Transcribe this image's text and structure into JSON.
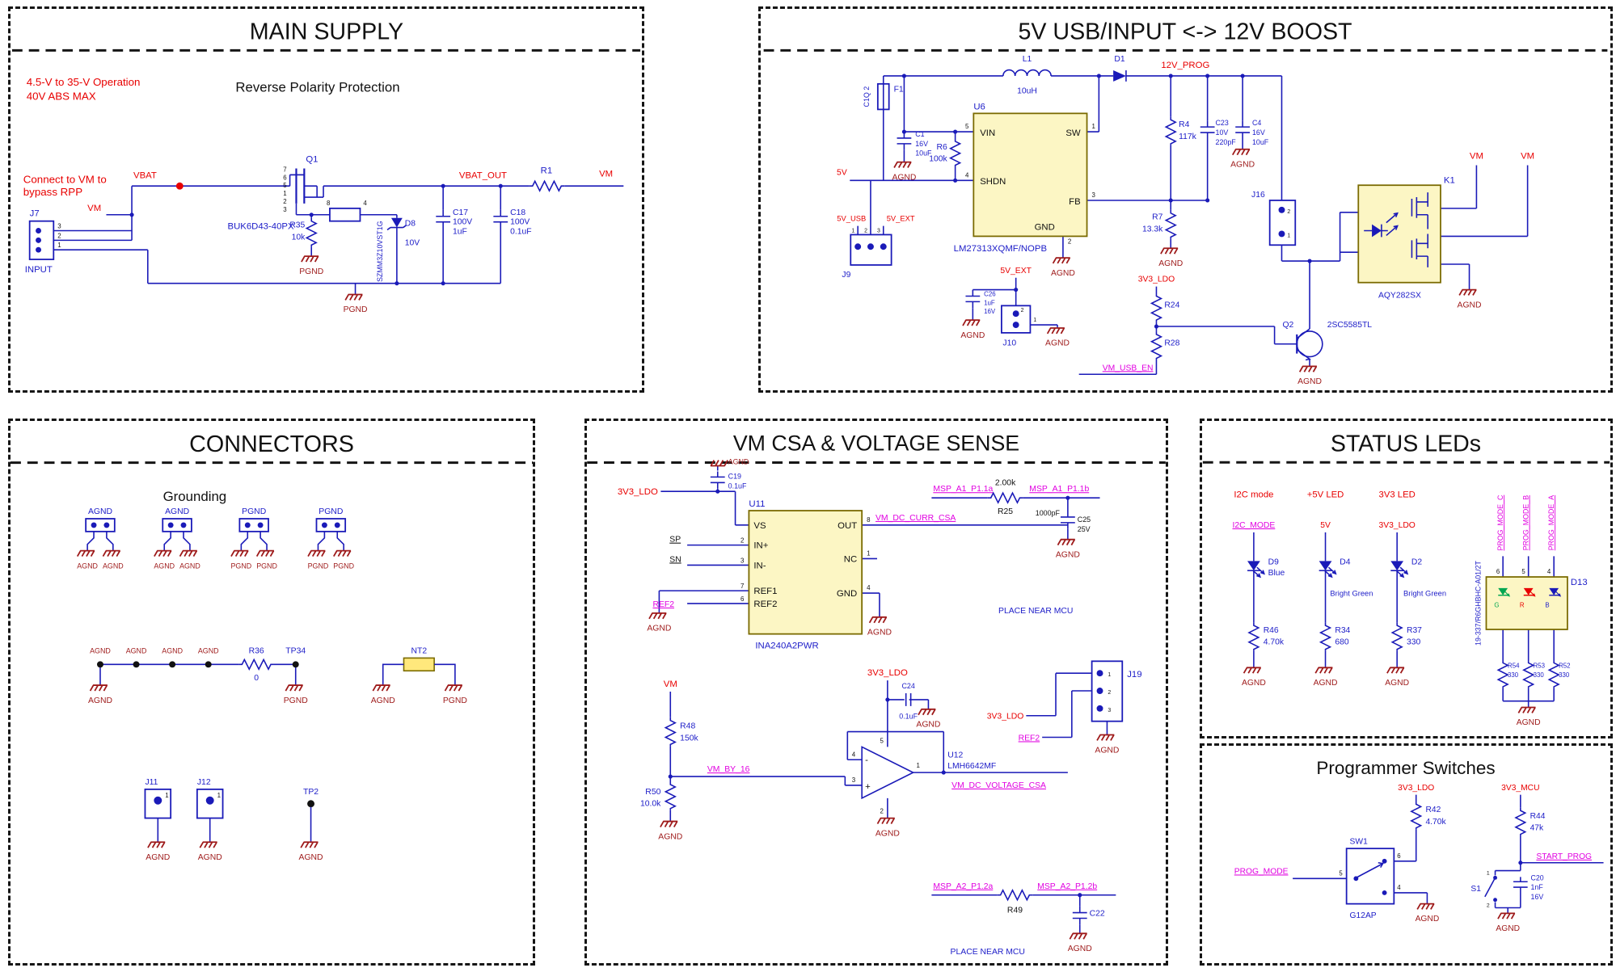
{
  "pins": {
    "p1": "1",
    "p2": "2",
    "p3": "3",
    "p4": "4",
    "p5": "5",
    "p6": "6",
    "p7": "7",
    "p8": "8"
  },
  "nets": {
    "vm": "VM",
    "vbat": "VBAT",
    "vbat_out": "VBAT_OUT",
    "agnd": "AGND",
    "pgnd": "PGND",
    "v5": "5V",
    "v5_usb": "5V_USB",
    "v5_ext": "5V_EXT",
    "v12_prog": "12V_PROG",
    "v3v3_ldo": "3V3_LDO",
    "v3v3_mcu": "3V3_MCU",
    "vm_usb_en": "VM_USB_EN",
    "i2c_mode": "I2C_MODE",
    "prog_mode": "PROG_MODE",
    "start_prog": "START_PROG",
    "ref2": "REF2",
    "sp": "SP",
    "sn": "SN",
    "vm_by_16": "VM_BY_16",
    "vm_dc_curr_csa": "VM_DC_CURR_CSA",
    "vm_dc_voltage_csa": "VM_DC_VOLTAGE_CSA",
    "msp_a1_a": "MSP_A1_P1.1a",
    "msp_a1_b": "MSP_A1_P1.1b",
    "msp_a2_a": "MSP_A2_P1.2a",
    "msp_a2_b": "MSP_A2_P1.2b",
    "prog_mode_a": "PROG_MODE_A",
    "prog_mode_b": "PROG_MODE_B",
    "prog_mode_c": "PROG_MODE_C"
  },
  "main_supply": {
    "title": "MAIN SUPPLY",
    "note_range": "4.5-V to 35-V Operation",
    "note_absmax": "40V ABS MAX",
    "note_rpp": "Reverse Polarity Protection",
    "note_bypass1": "Connect to VM to",
    "note_bypass2": "bypass RPP",
    "j7": "J7",
    "j7_name": "INPUT",
    "q1": "Q1",
    "q1_part": "BUK6D43-40PX",
    "r35": "R35",
    "r35_val": "10k",
    "d8": "D8",
    "d8_val": "10V",
    "d8_part": "SZMM3Z10VST1G",
    "c17": "C17",
    "c17_rating": "100V",
    "c17_val": "1uF",
    "c18": "C18",
    "c18_rating": "100V",
    "c18_val": "0.1uF",
    "r1": "R1"
  },
  "boost": {
    "title": "5V USB/INPUT <-> 12V BOOST",
    "f1": "F1",
    "f1_part": "C1Q 2",
    "l1": "L1",
    "l1_val": "10uH",
    "d1": "D1",
    "c1": "C1",
    "c1_rating": "16V",
    "c1_val": "10uF",
    "u6": "U6",
    "u6_part": "LM27313XQMF/NOPB",
    "u6_vin": "VIN",
    "u6_shdn": "SHDN",
    "u6_gnd": "GND",
    "u6_sw": "SW",
    "u6_fb": "FB",
    "r6": "R6",
    "r6_val": "100k",
    "r4": "R4",
    "r4_val": "117k",
    "c23": "C23",
    "c23_rating": "10V",
    "c23_val": "220pF",
    "c4": "C4",
    "c4_rating": "16V",
    "c4_val": "10uF",
    "r7": "R7",
    "r7_val": "13.3k",
    "j9": "J9",
    "j10": "J10",
    "j16": "J16",
    "c26": "C26",
    "c26_val": "1uF",
    "c26_rating": "16V",
    "r24": "R24",
    "r28": "R28",
    "q2": "Q2",
    "q2_part": "2SC5585TL",
    "k1": "K1",
    "k1_part": "AQY282SX"
  },
  "connectors": {
    "title": "CONNECTORS",
    "note": "Grounding",
    "r36": "R36",
    "r36_val": "0",
    "tp34": "TP34",
    "nt2": "NT2",
    "j11": "J11",
    "j12": "J12",
    "tp2": "TP2"
  },
  "vm_csa": {
    "title": "VM CSA & VOLTAGE SENSE",
    "c19": "C19",
    "c19_val": "0.1uF",
    "u11": "U11",
    "u11_part": "INA240A2PWR",
    "u11_vs": "VS",
    "u11_inp": "IN+",
    "u11_inn": "IN-",
    "u11_ref1": "REF1",
    "u11_ref2": "REF2",
    "u11_out": "OUT",
    "u11_nc": "NC",
    "u11_gnd": "GND",
    "r25": "R25",
    "r25_val": "2.00k",
    "c25": "C25",
    "c25_val": "1000pF",
    "c25_rating": "25V",
    "place_near_mcu": "PLACE NEAR MCU",
    "r48": "R48",
    "r48_val": "150k",
    "r50": "R50",
    "r50_val": "10.0k",
    "u12": "U12",
    "u12_part": "LMH6642MF",
    "c24": "C24",
    "c24_val": "0.1uF",
    "j19": "J19",
    "r49": "R49",
    "c22": "C22",
    "plus": "+",
    "minus": "-"
  },
  "status_leds": {
    "title": "STATUS LEDs",
    "hdr_i2c": "I2C mode",
    "hdr_5v": "+5V LED",
    "hdr_3v3": "3V3 LED",
    "d9": "D9",
    "d9_color": "Blue",
    "d4": "D4",
    "d2": "D2",
    "bright_green": "Bright Green",
    "r46": "R46",
    "r46_val": "4.70k",
    "r34": "R34",
    "r34_val": "680",
    "r37": "R37",
    "r37_val": "330",
    "d13": "D13",
    "d13_part": "19-337/R6GHBHC-A01/2T",
    "d13_g": "G",
    "d13_r": "R",
    "d13_b": "B",
    "r54": "R54",
    "r54_val": "330",
    "r53": "R53",
    "r53_val": "330",
    "r52": "R52",
    "r52_val": "330"
  },
  "prog_switches": {
    "title": "Programmer Switches",
    "sw1": "SW1",
    "sw1_part": "G12AP",
    "r42": "R42",
    "r42_val": "4.70k",
    "r44": "R44",
    "r44_val": "47k",
    "s1": "S1",
    "c20": "C20",
    "c20_val": "1nF",
    "c20_rating": "16V"
  }
}
